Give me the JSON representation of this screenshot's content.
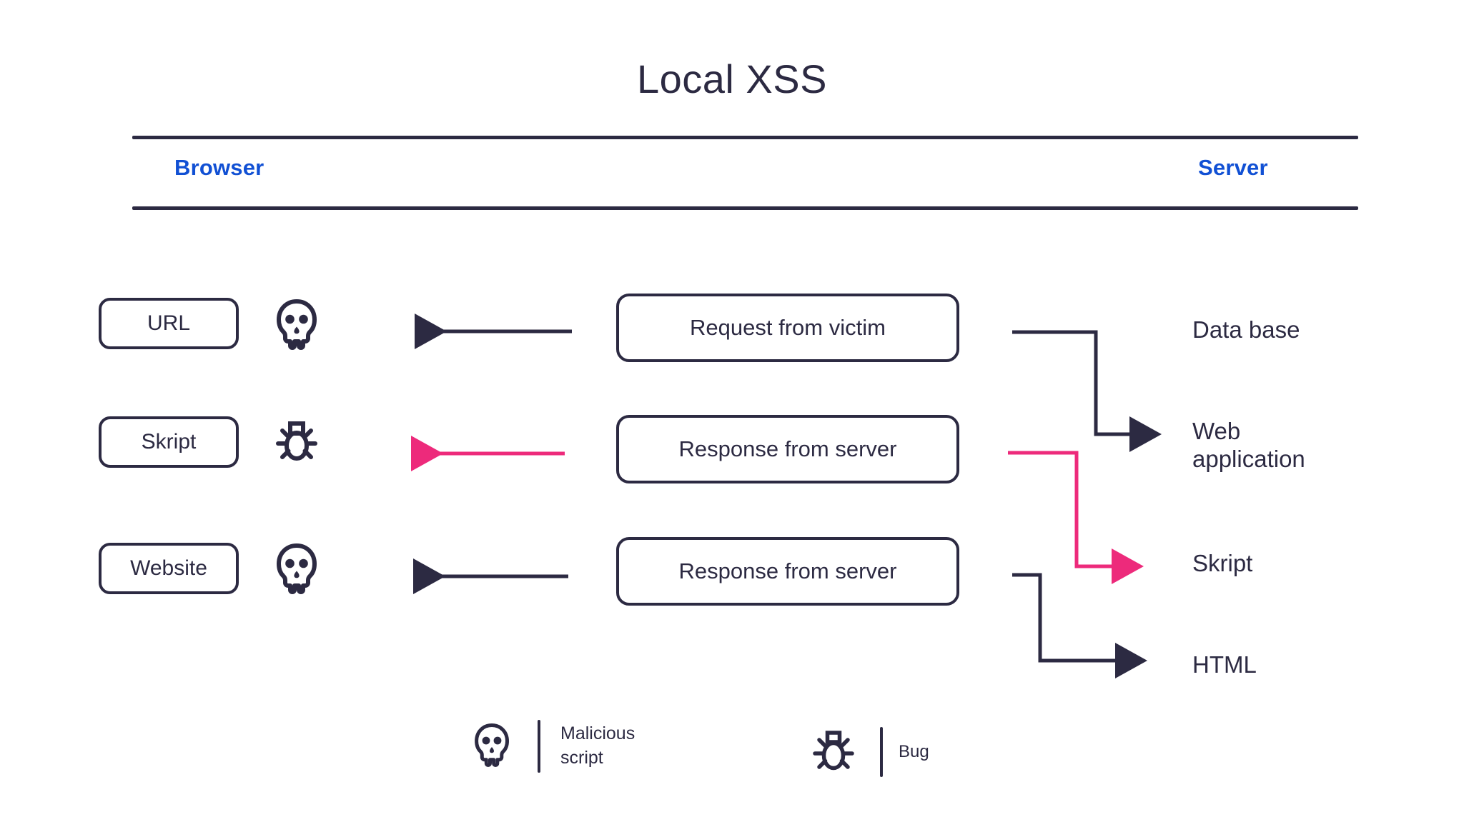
{
  "title": "Local XSS",
  "colors": {
    "ink": "#2c2a42",
    "accent_blue": "#1150d4",
    "accent_pink": "#ed2a7b",
    "background": "#ffffff"
  },
  "columns": {
    "left_label": "Browser",
    "right_label": "Server"
  },
  "browser_items": [
    {
      "label": "URL",
      "icon": "skull-icon"
    },
    {
      "label": "Skript",
      "icon": "bug-icon"
    },
    {
      "label": "Website",
      "icon": "skull-icon"
    }
  ],
  "messages": [
    {
      "label": "Request from victim",
      "arrow_color": "#2c2a42",
      "arrow_direction": "left"
    },
    {
      "label": "Response from server",
      "arrow_color": "#ed2a7b",
      "arrow_direction": "left"
    },
    {
      "label": "Response from server",
      "arrow_color": "#2c2a42",
      "arrow_direction": "left"
    }
  ],
  "server_items": [
    {
      "label": "Data base"
    },
    {
      "label": "Web\napplication"
    },
    {
      "label": "Skript"
    },
    {
      "label": "HTML"
    }
  ],
  "connectors": [
    {
      "from": "Request from victim",
      "to": "Web application",
      "color": "#2c2a42"
    },
    {
      "from": "Response from server",
      "to": "Skript",
      "color": "#ed2a7b"
    },
    {
      "from": "Response from server",
      "to": "HTML",
      "color": "#2c2a42"
    }
  ],
  "legend": [
    {
      "icon": "skull-icon",
      "label": "Malicious\nscript"
    },
    {
      "icon": "bug-icon",
      "label": "Bug"
    }
  ]
}
